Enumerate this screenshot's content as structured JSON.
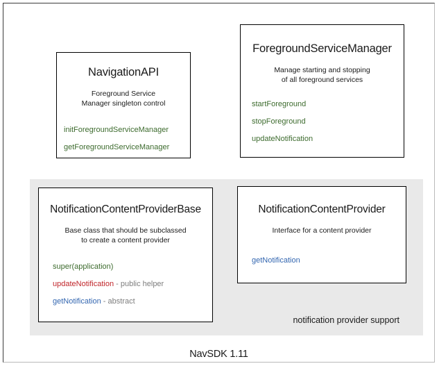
{
  "diagram": {
    "footer_caption": "NavSDK 1.11",
    "colors": {
      "method_green": "#3d6b2e",
      "method_red": "#c0252a",
      "method_blue": "#3366b0",
      "note_gray": "#7d7d7d",
      "panel_gray": "#e9e9e9",
      "box_border": "#000000",
      "text": "#1a1a1a"
    },
    "boxes": {
      "navigation_api": {
        "title": "NavigationAPI",
        "description_line1": "Foreground Service",
        "description_line2": "Manager singleton control",
        "members": [
          {
            "name": "initForegroundServiceManager",
            "color": "method_green",
            "note": ""
          },
          {
            "name": "getForegroundServiceManager",
            "color": "method_green",
            "note": ""
          }
        ]
      },
      "foreground_service_manager": {
        "title": "ForegroundServiceManager",
        "description_line1": "Manage starting and stopping",
        "description_line2": "of all foreground services",
        "members": [
          {
            "name": "startForeground",
            "color": "method_green",
            "note": ""
          },
          {
            "name": "stopForeground",
            "color": "method_green",
            "note": ""
          },
          {
            "name": "updateNotification",
            "color": "method_green",
            "note": ""
          }
        ]
      },
      "notification_content_provider_base": {
        "title": "NotificationContentProviderBase",
        "description_line1": "Base class that should be subclassed",
        "description_line2": "to create a content provider",
        "members": [
          {
            "name": "super(application)",
            "color": "method_green",
            "note": ""
          },
          {
            "name": "updateNotification",
            "color": "method_red",
            "note": " - public helper"
          },
          {
            "name": "getNotification",
            "color": "method_blue",
            "note": " - abstract"
          }
        ]
      },
      "notification_content_provider": {
        "title": "NotificationContentProvider",
        "description_line1": "Interface for a content provider",
        "description_line2": "",
        "members": [
          {
            "name": "getNotification",
            "color": "method_blue",
            "note": ""
          }
        ]
      }
    },
    "groups": {
      "notification_provider_support": {
        "label": "notification provider support"
      }
    }
  }
}
